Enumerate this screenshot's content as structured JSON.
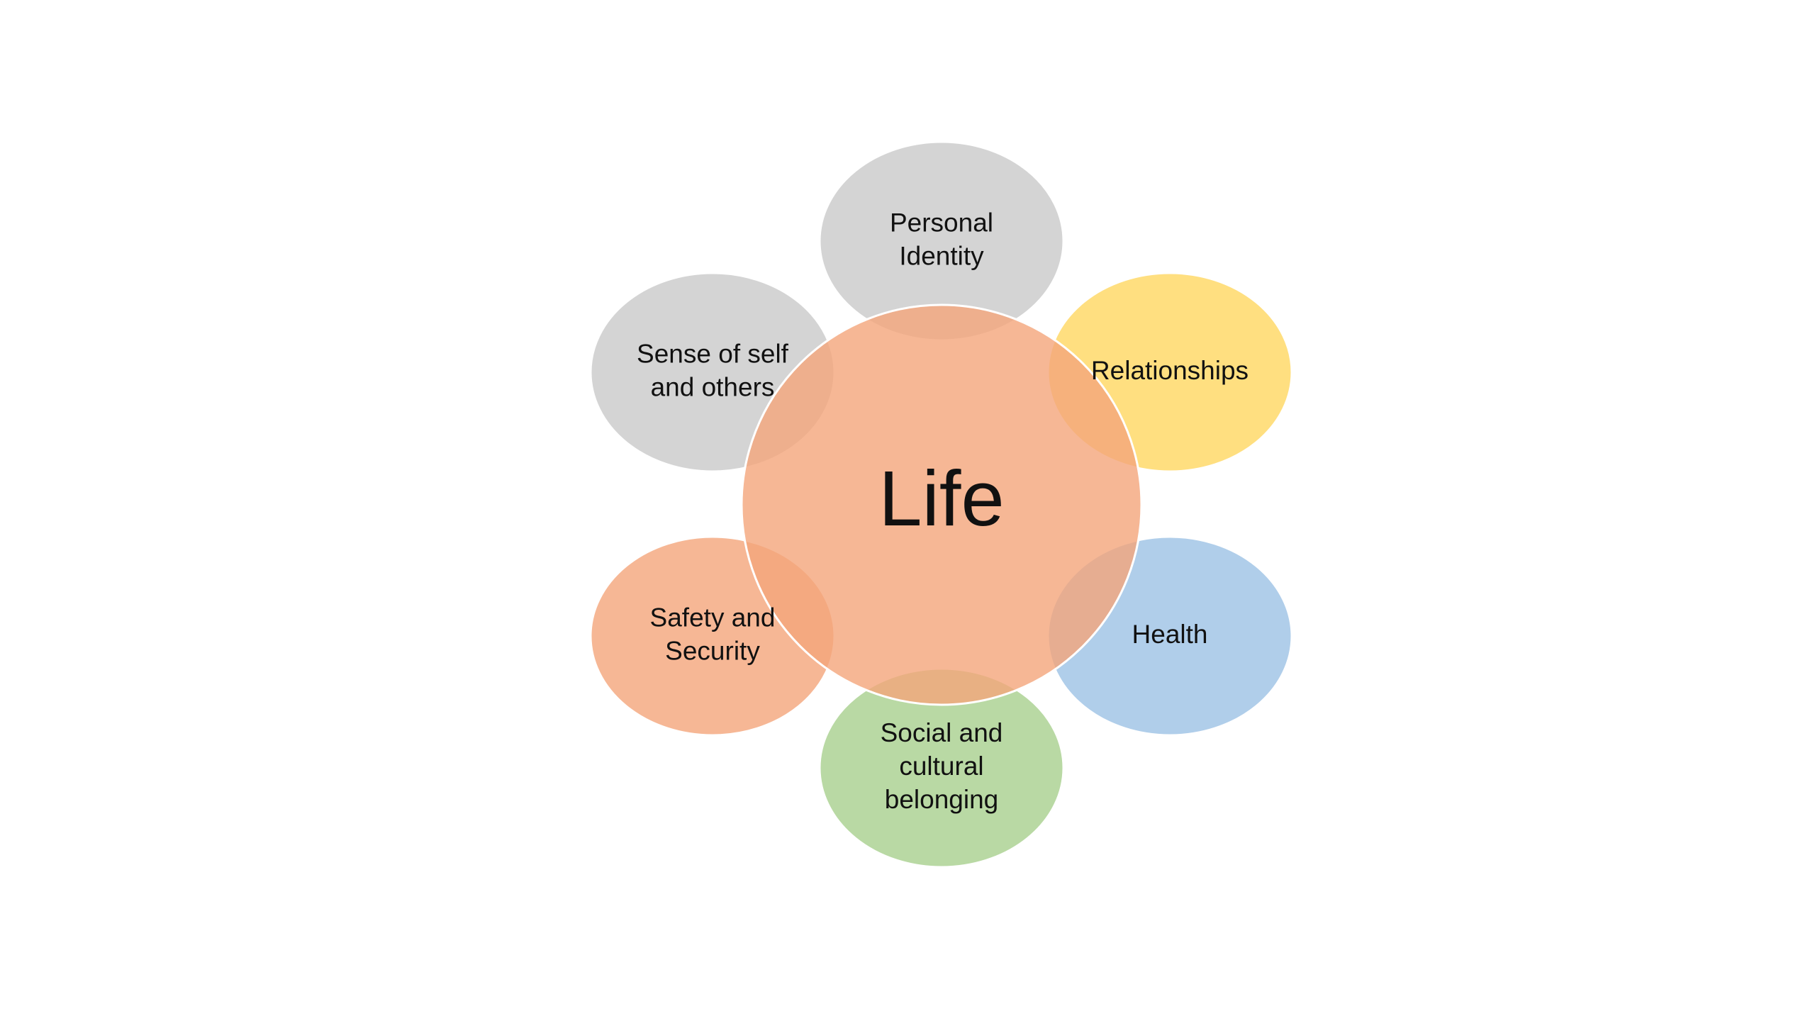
{
  "diagram": {
    "center": {
      "label": "Life",
      "color": "#F4A57A"
    },
    "petals": [
      {
        "id": "personal-identity",
        "lines": [
          "Personal",
          "Identity"
        ],
        "color": "#C9C9C9"
      },
      {
        "id": "relationships",
        "lines": [
          "Relationships"
        ],
        "color": "#FFD760"
      },
      {
        "id": "health",
        "lines": [
          "Health"
        ],
        "color": "#9CC2E5"
      },
      {
        "id": "social-and-cultural-belonging",
        "lines": [
          "Social and",
          "cultural",
          "belonging"
        ],
        "color": "#A8D08D"
      },
      {
        "id": "safety-and-security",
        "lines": [
          "Safety and",
          "Security"
        ],
        "color": "#F4A57A"
      },
      {
        "id": "sense-of-self-and-others",
        "lines": [
          "Sense of self",
          "and others"
        ],
        "color": "#C9C9C9"
      }
    ]
  }
}
